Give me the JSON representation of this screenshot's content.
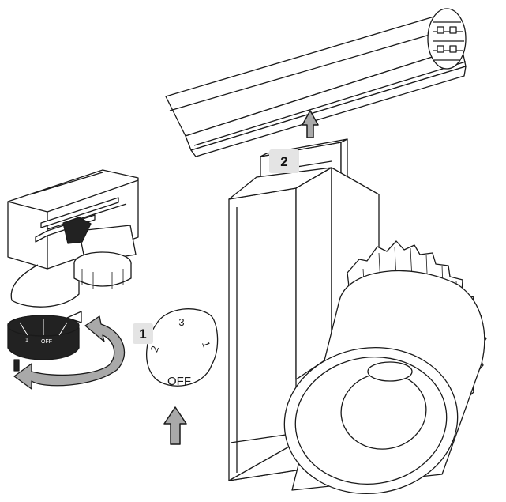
{
  "steps": [
    {
      "number": "1"
    },
    {
      "number": "2"
    }
  ],
  "dial": {
    "positions": [
      "3",
      "2",
      "1",
      "OFF"
    ]
  },
  "colors": {
    "line": "#1a1a1a",
    "fill": "#ffffff",
    "step_badge": "#e4e4e4",
    "arrow_fill": "#a9a9a9",
    "knob_dark": "#222222"
  },
  "icons": {
    "up_arrow": "up-arrow-icon",
    "rotate_arrow": "rotate-arrow-icon"
  }
}
